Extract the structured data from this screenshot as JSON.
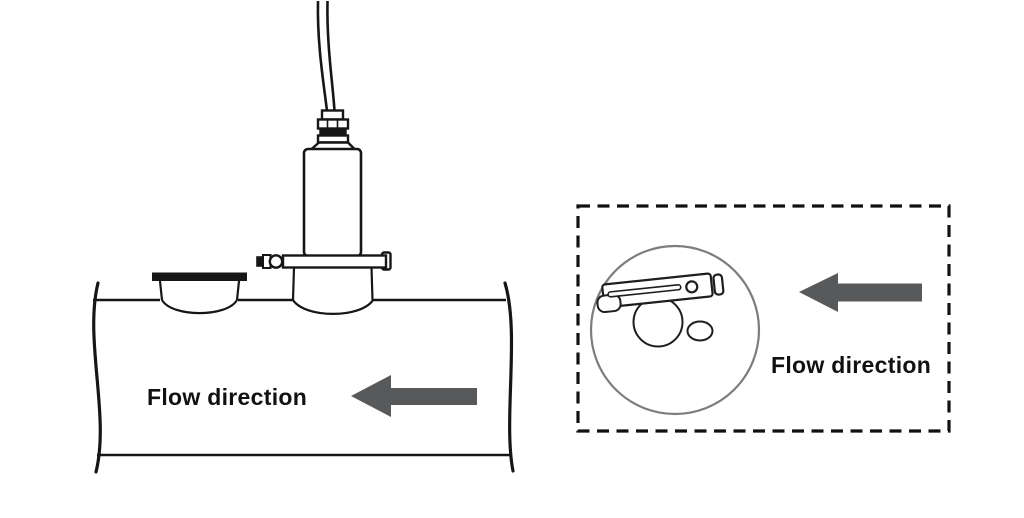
{
  "diagram": {
    "title": "sensor-pipe-installation-diagram",
    "side_view": {
      "flow_label": "Flow direction"
    },
    "top_view": {
      "flow_label": "Flow direction"
    }
  },
  "colors": {
    "line": "#161616",
    "arrow": "#58595b",
    "pipe_circle_outline": "#7d7d7d",
    "background": "#ffffff"
  }
}
